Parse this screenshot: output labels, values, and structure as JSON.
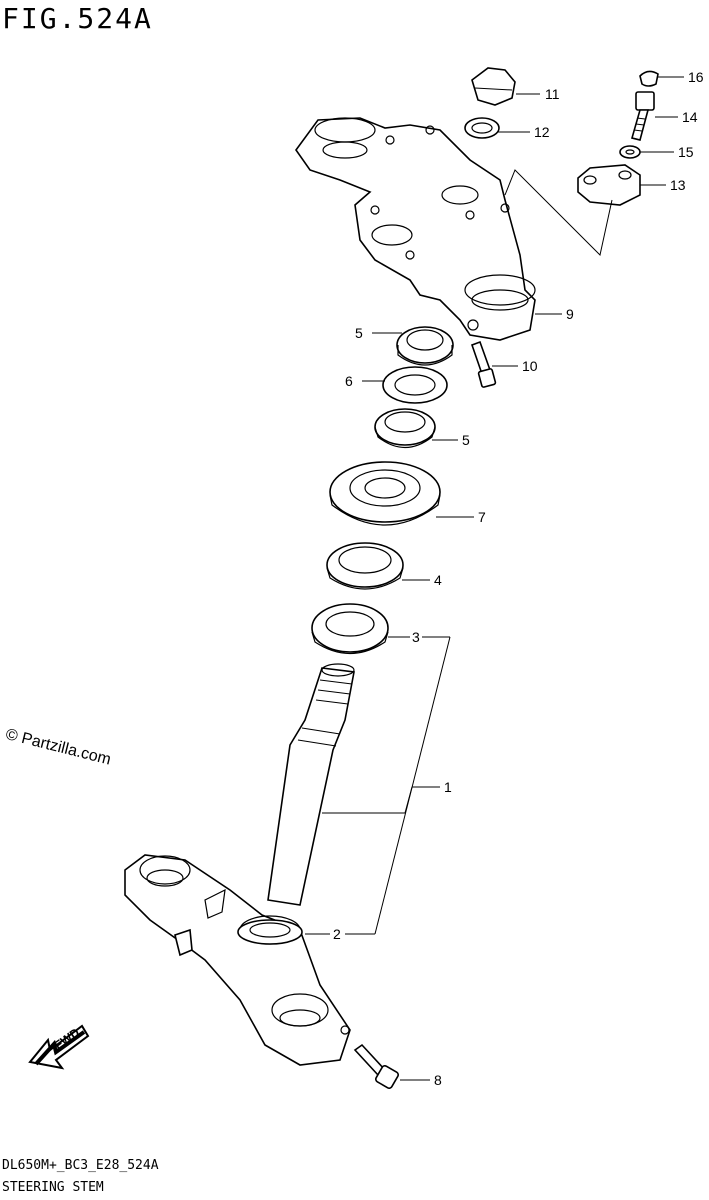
{
  "figure_title": "FIG.524A",
  "watermark": "© Partzilla.com",
  "diagram_code": "DL650M+_BC3_E28_524A",
  "caption": "STEERING STEM",
  "fwd_label": "FWD",
  "callouts": [
    {
      "id": "1",
      "label": "1"
    },
    {
      "id": "2",
      "label": "2"
    },
    {
      "id": "3",
      "label": "3"
    },
    {
      "id": "4",
      "label": "4"
    },
    {
      "id": "5a",
      "label": "5"
    },
    {
      "id": "5b",
      "label": "5"
    },
    {
      "id": "6",
      "label": "6"
    },
    {
      "id": "7",
      "label": "7"
    },
    {
      "id": "8",
      "label": "8"
    },
    {
      "id": "9",
      "label": "9"
    },
    {
      "id": "10",
      "label": "10"
    },
    {
      "id": "11",
      "label": "11"
    },
    {
      "id": "12",
      "label": "12"
    },
    {
      "id": "13",
      "label": "13"
    },
    {
      "id": "14",
      "label": "14"
    },
    {
      "id": "15",
      "label": "15"
    },
    {
      "id": "16",
      "label": "16"
    }
  ]
}
